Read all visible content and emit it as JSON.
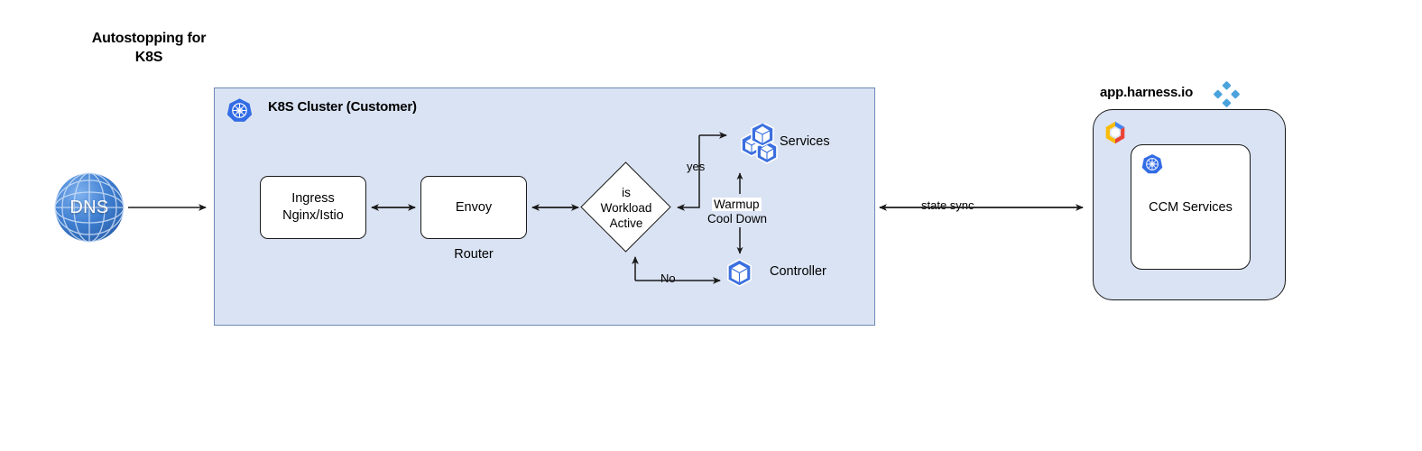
{
  "title": {
    "line1": "Autostopping for",
    "line2": "K8S"
  },
  "cluster": {
    "title": "K8S Cluster (Customer)",
    "icon": "kubernetes-icon",
    "fill_color": "#dae3f3",
    "border_color": "#7089b8"
  },
  "dns": {
    "label": "DNS",
    "icon": "globe-icon",
    "color": "#3f7fd1"
  },
  "nodes": {
    "ingress": {
      "line1": "Ingress",
      "line2": "Nginx/Istio"
    },
    "envoy": {
      "label": "Envoy",
      "sublabel": "Router"
    },
    "decision": {
      "line1": "is",
      "line2": "Workload",
      "line3": "Active"
    },
    "services": {
      "label": "Services",
      "icon": "k8s-pods-icon"
    },
    "controller": {
      "label": "Controller",
      "icon": "k8s-pod-icon"
    }
  },
  "edges": {
    "yes": "yes",
    "no": "No",
    "state_sync": "state sync",
    "warmup": "Warmup",
    "cooldown": "Cool Down"
  },
  "harness": {
    "label": "app.harness.io",
    "logo": "harness-diamond-logo",
    "cloud_logo": "google-cloud-icon",
    "inner": {
      "icon": "kubernetes-icon",
      "label": "CCM Services"
    }
  },
  "colors": {
    "k8s_blue": "#326ce5",
    "pod_blue": "#3b6fe0",
    "panel_blue": "#dae3f3",
    "harness_blue": "#4aa3dc",
    "line": "#1a1a1a"
  }
}
